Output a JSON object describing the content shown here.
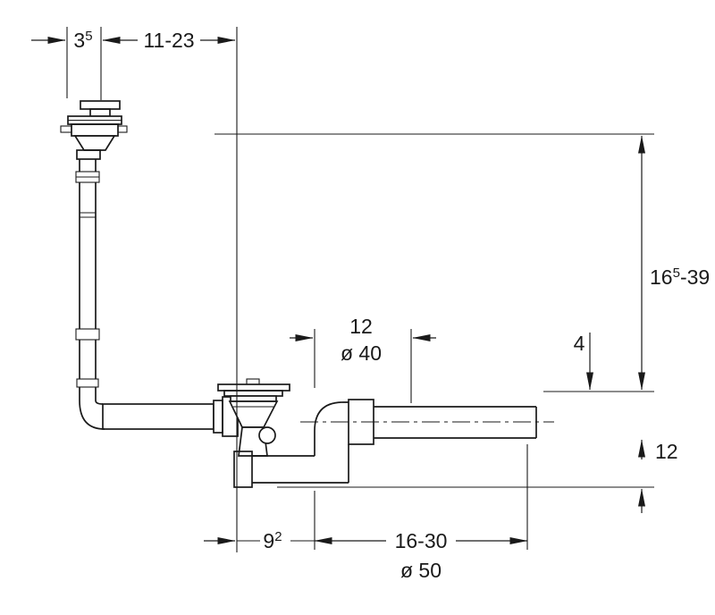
{
  "colors": {
    "ink": "#1a1a1a",
    "background": "#ffffff"
  },
  "dimensions": {
    "overflow_depth": {
      "main": "3",
      "sup": "5"
    },
    "overflow_offset": "11-23",
    "height_range": {
      "main": "16",
      "sup": "5",
      "rest": "-39"
    },
    "outlet_drop": "4",
    "outlet_height": "12",
    "elbow_offset": "12",
    "pipe_diameter_40": "ø 40",
    "trap_offset": {
      "main": "9",
      "sup": "2"
    },
    "outlet_length": "16-30",
    "pipe_diameter_50": "ø 50"
  }
}
